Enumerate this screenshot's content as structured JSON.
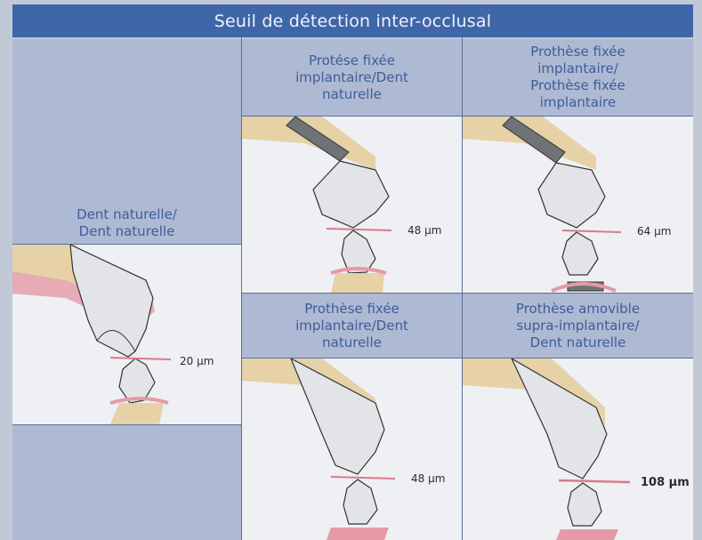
{
  "title": "Seuil de détection inter-occlusal",
  "cells": [
    {
      "id": "dn-dn",
      "label_lines": [
        "Dent naturelle/",
        "Dent naturelle"
      ],
      "measurement": "20 µm"
    },
    {
      "id": "pfi-dn-top",
      "label_lines": [
        "Protése fixée",
        "implantaire/Dent",
        "naturelle"
      ],
      "measurement": "48 µm"
    },
    {
      "id": "pfi-pfi",
      "label_lines": [
        "Prothèse fixée",
        "implantaire/",
        "Prothèse fixée",
        "implantaire"
      ],
      "measurement": "64 µm"
    },
    {
      "id": "pfi-dn-bottom",
      "label_lines": [
        "Prothèse fixée",
        "implantaire/Dent",
        "naturelle"
      ],
      "measurement": "48 µm"
    },
    {
      "id": "pai-dn",
      "label_lines": [
        "Prothèse amovible",
        "supra-implantaire/",
        "Dent naturelle"
      ],
      "measurement": "108 µm"
    }
  ],
  "colors": {
    "header": "#3f66a8",
    "label_bg": "#aeb9d3",
    "label_text": "#3e5d98",
    "panel_bg": "#eef0f4",
    "bone": "#e6d2a6",
    "gum": "#e59aa5",
    "contact_line": "#d87a8c"
  }
}
